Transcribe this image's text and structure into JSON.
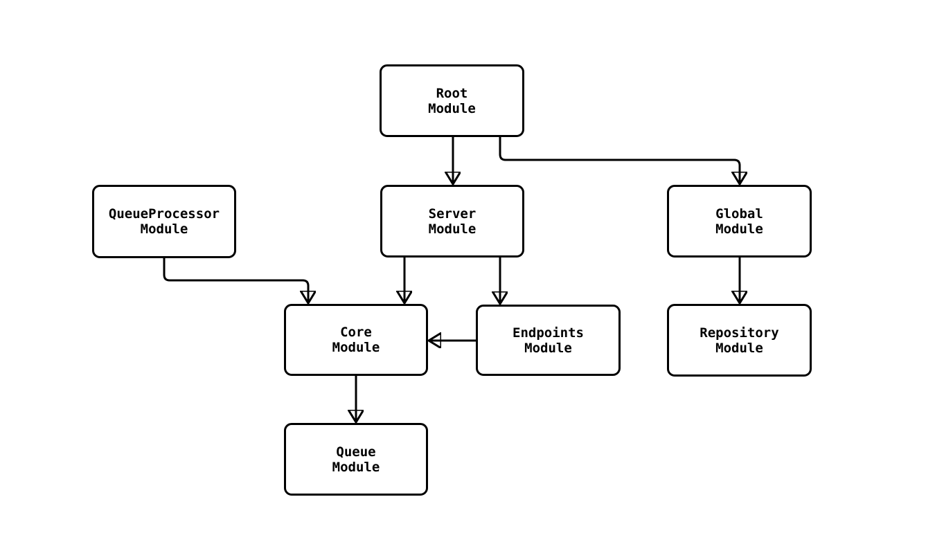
{
  "diagram": {
    "type": "module-dependency-graph",
    "background_color": "#ffffff",
    "node_fill_color": "#ffffff",
    "node_border_color": "#000000",
    "edge_color": "#000000",
    "text_color": "#000000",
    "nodes": [
      {
        "id": "root",
        "line1": "Root",
        "line2": "Module"
      },
      {
        "id": "queue-processor",
        "line1": "QueueProcessor",
        "line2": "Module"
      },
      {
        "id": "server",
        "line1": "Server",
        "line2": "Module"
      },
      {
        "id": "global",
        "line1": "Global",
        "line2": "Module"
      },
      {
        "id": "core",
        "line1": "Core",
        "line2": "Module"
      },
      {
        "id": "endpoints",
        "line1": "Endpoints",
        "line2": "Module"
      },
      {
        "id": "repository",
        "line1": "Repository",
        "line2": "Module"
      },
      {
        "id": "queue",
        "line1": "Queue",
        "line2": "Module"
      }
    ],
    "edges": [
      {
        "from": "root",
        "to": "server"
      },
      {
        "from": "root",
        "to": "global"
      },
      {
        "from": "queue-processor",
        "to": "core"
      },
      {
        "from": "server",
        "to": "core"
      },
      {
        "from": "server",
        "to": "endpoints"
      },
      {
        "from": "endpoints",
        "to": "core"
      },
      {
        "from": "global",
        "to": "repository"
      },
      {
        "from": "core",
        "to": "queue"
      }
    ]
  }
}
